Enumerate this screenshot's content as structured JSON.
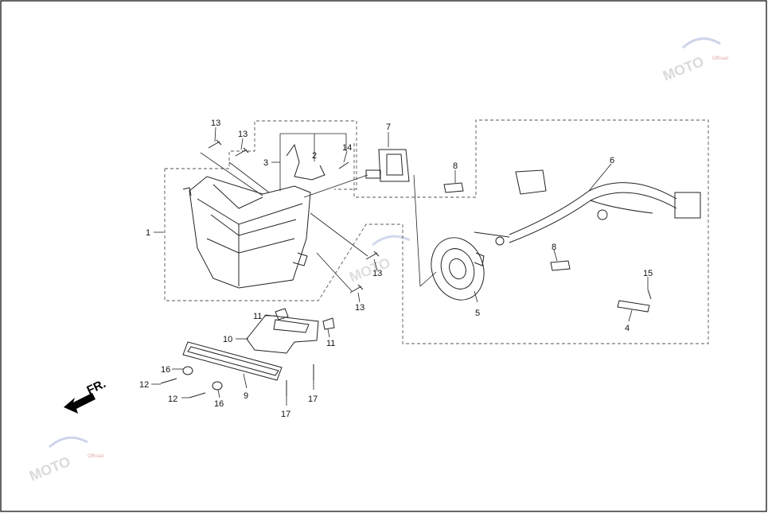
{
  "diagram": {
    "direction_label": "FR.",
    "watermark": {
      "text": "MOTO",
      "subtext": "Offroad"
    },
    "callouts": [
      {
        "id": "c1",
        "text": "1"
      },
      {
        "id": "c2",
        "text": "2"
      },
      {
        "id": "c3",
        "text": "3"
      },
      {
        "id": "c4",
        "text": "4"
      },
      {
        "id": "c5",
        "text": "5"
      },
      {
        "id": "c6",
        "text": "6"
      },
      {
        "id": "c7",
        "text": "7"
      },
      {
        "id": "c8a",
        "text": "8"
      },
      {
        "id": "c8b",
        "text": "8"
      },
      {
        "id": "c9",
        "text": "9"
      },
      {
        "id": "c10",
        "text": "10"
      },
      {
        "id": "c11a",
        "text": "11"
      },
      {
        "id": "c11b",
        "text": "11"
      },
      {
        "id": "c12a",
        "text": "12"
      },
      {
        "id": "c12b",
        "text": "12"
      },
      {
        "id": "c13a",
        "text": "13"
      },
      {
        "id": "c13b",
        "text": "13"
      },
      {
        "id": "c13c",
        "text": "13"
      },
      {
        "id": "c13d",
        "text": "13"
      },
      {
        "id": "c14",
        "text": "14"
      },
      {
        "id": "c15",
        "text": "15"
      },
      {
        "id": "c16a",
        "text": "16"
      },
      {
        "id": "c16b",
        "text": "16"
      },
      {
        "id": "c17a",
        "text": "17"
      },
      {
        "id": "c17b",
        "text": "17"
      }
    ]
  }
}
